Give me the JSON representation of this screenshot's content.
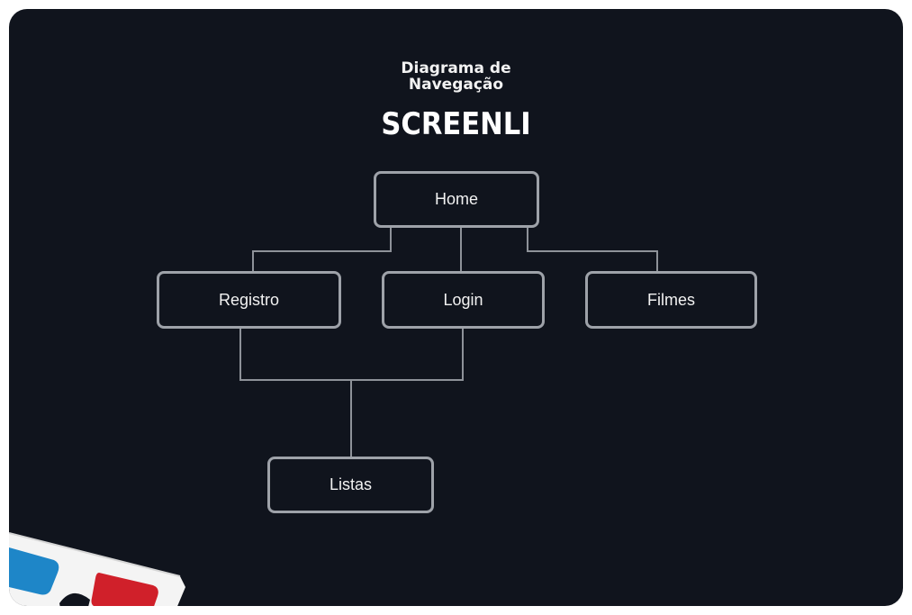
{
  "header": {
    "title_line1": "Diagrama de",
    "title_line2": "Navegação",
    "logo": "SCREENLI"
  },
  "diagram": {
    "nodes": {
      "home": "Home",
      "registro": "Registro",
      "login": "Login",
      "filmes": "Filmes",
      "listas": "Listas"
    },
    "edges": [
      [
        "Home",
        "Registro"
      ],
      [
        "Home",
        "Login"
      ],
      [
        "Home",
        "Filmes"
      ],
      [
        "Registro",
        "Listas"
      ],
      [
        "Login",
        "Listas"
      ]
    ]
  },
  "colors": {
    "background": "#10141d",
    "node_border": "#9ea2a9",
    "connector": "#8e9299",
    "text": "#f2f2f2",
    "lens_left": "#1e86c8",
    "lens_right": "#d0202a"
  },
  "decor": {
    "corner_image": "3d-glasses-icon"
  }
}
